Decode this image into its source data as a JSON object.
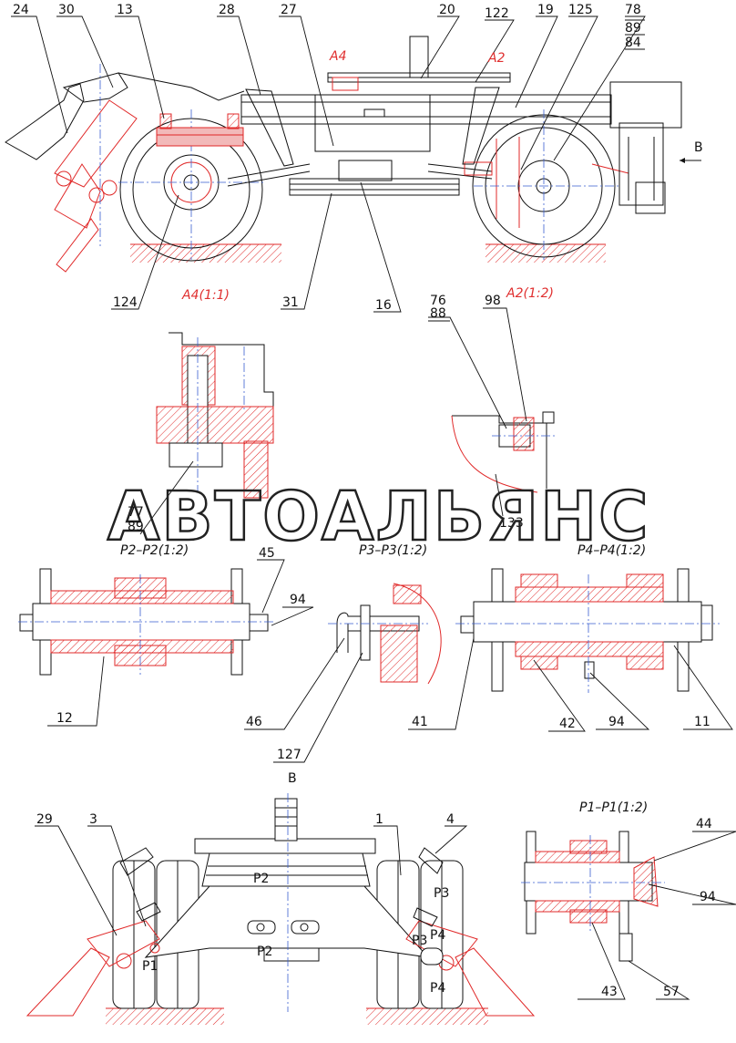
{
  "watermark": "АВТОАЛЬЯНС",
  "direction_label": "В",
  "view_titles": {
    "a4": "А4",
    "a4_scale": "(1:1)",
    "a2": "А2",
    "a2_scale": "(1:2)",
    "p2p2": "Р2–Р2(1:2)",
    "p3p3": "Р3–Р3(1:2)",
    "p4p4": "Р4–Р4(1:2)",
    "p1p1": "Р1–Р1(1:2)",
    "view_b": "В"
  },
  "callouts_a4_detail": [
    "А4"
  ],
  "callouts_a2_detail": [
    "А2"
  ],
  "section_marks": [
    "Р1",
    "Р2",
    "Р2",
    "Р3",
    "Р3",
    "Р4",
    "Р4"
  ],
  "labels": {
    "n24": "24",
    "n30": "30",
    "n13": "13",
    "n28": "28",
    "n27": "27",
    "n20": "20",
    "n122": "122",
    "n19": "19",
    "n125": "125",
    "n78": "78",
    "n89": "89",
    "n84": "84",
    "n124": "124",
    "n31": "31",
    "n16": "16",
    "n76": "76",
    "n88": "88",
    "n98": "98",
    "n133": "133",
    "n77": "77",
    "n89b": "89",
    "n45": "45",
    "n94a": "94",
    "n12": "12",
    "n46": "46",
    "n127": "127",
    "n41": "41",
    "n42": "42",
    "n94b": "94",
    "n11": "11",
    "n29": "29",
    "n3": "3",
    "n1": "1",
    "n4": "4",
    "n44": "44",
    "n94c": "94",
    "n43": "43",
    "n57": "57"
  }
}
